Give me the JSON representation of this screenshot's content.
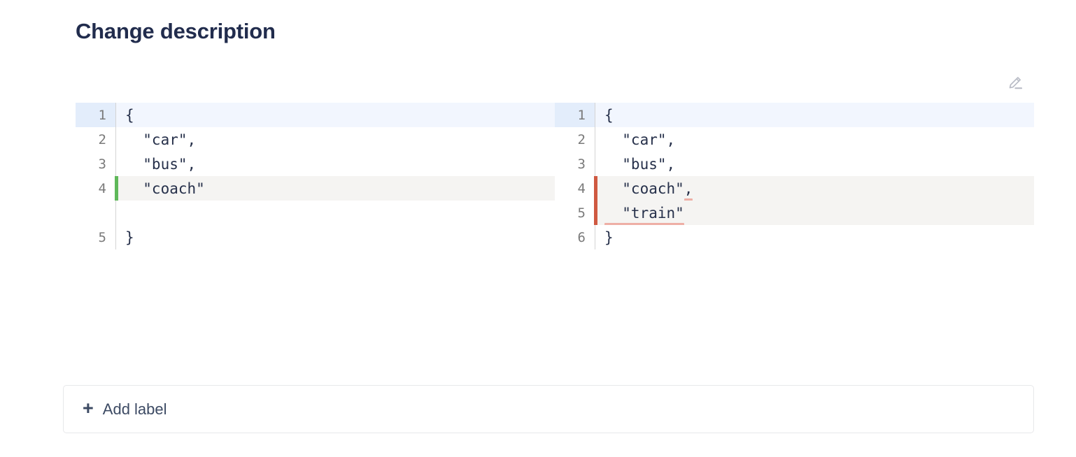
{
  "header": {
    "title": "Change description",
    "edit_icon": "pencil-edit-icon"
  },
  "diff": {
    "left_pane": {
      "rows": [
        {
          "num": "1",
          "text": "{",
          "state": "context-current"
        },
        {
          "num": "2",
          "text": "  \"car\",",
          "state": "context"
        },
        {
          "num": "3",
          "text": "  \"bus\",",
          "state": "context"
        },
        {
          "num": "4",
          "text": "  \"coach\"",
          "state": "changed"
        },
        {
          "num": "",
          "text": "",
          "state": "empty"
        },
        {
          "num": "5",
          "text": "}",
          "state": "context"
        }
      ]
    },
    "right_pane": {
      "rows": [
        {
          "num": "1",
          "text": "{",
          "state": "context-current"
        },
        {
          "num": "2",
          "text": "  \"car\",",
          "state": "context"
        },
        {
          "num": "3",
          "text": "  \"bus\",",
          "state": "context"
        },
        {
          "num": "4",
          "text": "  \"coach\"",
          "suffix_marked": ",",
          "state": "changed"
        },
        {
          "num": "5",
          "text": "",
          "marked": "  \"train\"",
          "state": "changed"
        },
        {
          "num": "6",
          "text": "}",
          "state": "context"
        }
      ]
    }
  },
  "footer": {
    "add_label": "Add label",
    "plus_icon": "plus-icon"
  },
  "colors": {
    "title": "#212c4d",
    "added_bar": "#5fb85a",
    "removed_bar": "#cf5941",
    "current_line": "#f2f6fe",
    "changed_line": "#f5f4f2",
    "inline_mark": "#eeafa6",
    "code_text": "#26304a",
    "line_number": "#7a7a7a"
  }
}
